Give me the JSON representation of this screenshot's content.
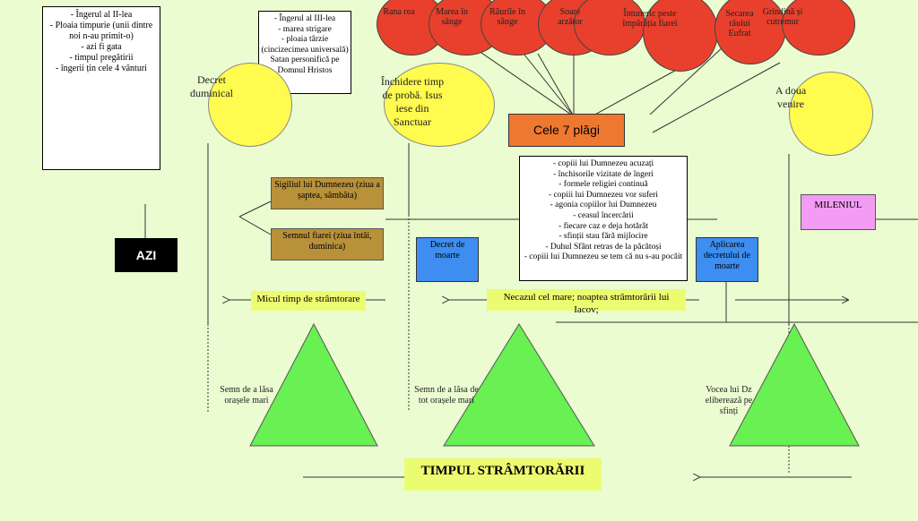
{
  "today": "AZI",
  "second_angel": [
    "- Îngerul al II-lea",
    "- Ploaia timpurie (unii dintre noi n-au primit-o)",
    "- azi fi gata",
    "- timpul pregătirii",
    "- îngerii țin cele 4 vânturi"
  ],
  "third_angel": [
    "- Îngerul al III-lea",
    "- marea strigare",
    "- ploaia târzie (cincizecimea universală)",
    "Satan personifică pe Domnul Hristos"
  ],
  "sunday_decree": "Decret duminical",
  "close_probation": "Închidere timp de probă. Isus iese din Sanctuar",
  "seven_plagues": "Cele 7 plăgi",
  "plagues": [
    "Rana rea",
    "Marea în sânge",
    "Râurile în sânge",
    "Soare arzător",
    "Întuneric peste împărăția fiarei",
    "Secarea râului Eufrat",
    "Grindină și cutremur"
  ],
  "second_coming": "A doua venire",
  "seal_god": "Sigiliul lui Dumnezeu (ziua a șaptea, sâmbăta)",
  "mark_beast": "Semnul fiarei (ziua întâi, duminica)",
  "death_decree": "Decret de moarte",
  "apply_decree": "Aplicarea decretului de moarte",
  "millennium": "MILENIUL",
  "plague_period": [
    "- copiii lui Dumnezeu acuzați",
    "- închisorile vizitate de îngeri",
    "- formele religiei continuă",
    "- copiii lui Dumnezeu vor suferi",
    "- agonia copiilor lui Dumnezeu",
    "- ceasul încercării",
    "- fiecare caz e deja hotărât",
    "- sfinții stau fără mijlocire",
    "- Duhul Sfânt retras de la păcătoși",
    "- copiii lui Dumnezeu se tem că nu s-au pocăit"
  ],
  "little_time": "Micul timp de strâmtorare",
  "great_trouble": "Necazul cel mare; noaptea strâmtorării lui Iacov;",
  "sign1": "Semn de a lăsa orașele mari",
  "sign2": "Semn de a lăsa de tot orașele mari",
  "voice": "Vocea lui Dz eliberează pe sfinți",
  "time_of_trouble": "TIMPUL STRÂMTORĂRII",
  "colors": {
    "background": "#eafcd0",
    "yellow": "#fffb4f",
    "red": "#e8402c",
    "orange": "#ef7830",
    "green": "#69f052",
    "blue": "#3d8ef0",
    "gold": "#b8913a",
    "pink": "#f29cf4",
    "yellow_bar": "#ecfc71"
  }
}
